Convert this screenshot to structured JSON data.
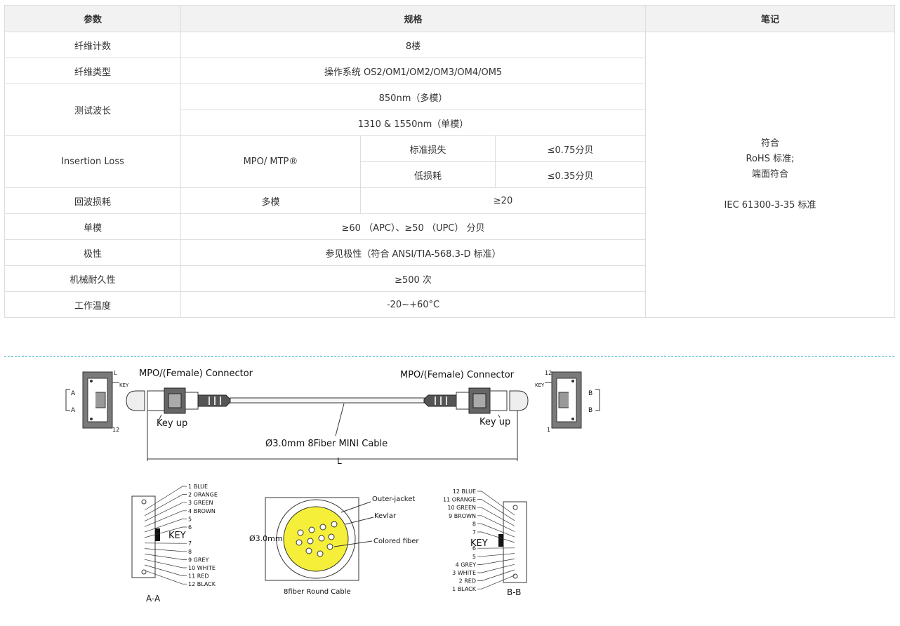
{
  "table": {
    "headers": [
      "参数",
      "规格",
      "笔记"
    ],
    "rows": {
      "fiber_count": {
        "label": "纤维计数",
        "value": "8楼"
      },
      "fiber_type": {
        "label": "纤维类型",
        "value": "操作系统 OS2/OM1/OM2/OM3/OM4/OM5"
      },
      "wavelength": {
        "label": "测试波长",
        "value1": "850nm（多模）",
        "value2": "1310 & 1550nm（单模）"
      },
      "insertion_loss": {
        "label": "Insertion Loss",
        "type": "MPO/ MTP®",
        "std_label": "标准损失",
        "std_value": "≤0.75分贝",
        "low_label": "低损耗",
        "low_value": "≤0.35分贝"
      },
      "return_loss": {
        "label": "回波损耗",
        "mode": "多模",
        "value": "≥20"
      },
      "single_mode": {
        "label": "单模",
        "value": "≥60 （APC）、≥50 （UPC） 分贝"
      },
      "polarity": {
        "label": "极性",
        "value": "参见极性（符合 ANSI/TIA-568.3-D 标准）"
      },
      "durability": {
        "label": "机械耐久性",
        "value": "≥500 次"
      },
      "temperature": {
        "label": "工作温度",
        "value": "-20~+60°C"
      }
    },
    "notes": {
      "line1": "符合",
      "line2": "RoHS 标准;",
      "line3": "端面符合",
      "line4": "IEC 61300-3-35 标准"
    }
  },
  "diagram": {
    "left_connector": "MPO/(Female)  Connector",
    "right_connector": "MPO/(Female)  Connector",
    "key_up_left": "Key up",
    "key_up_right": "Key up",
    "cable_label": "Ø3.0mm 8Fiber MINI Cable",
    "length_label": "L",
    "key_small": "KEY",
    "side_a": "A",
    "side_b": "B",
    "pin_l": "L",
    "pin_12": "12",
    "pin_1": "1",
    "section_aa": "A-A",
    "section_bb": "B-B",
    "key_label": "KEY",
    "round_cable": "8fiber Round Cable",
    "diameter": "Ø3.0mm",
    "outer_jacket": "Outer-jacket",
    "kevlar": "Kevlar",
    "colored_fiber": "Colored fiber",
    "left_pins": [
      "1 BLUE",
      "2 ORANGE",
      "3 GREEN",
      "4 BROWN",
      "5",
      "6",
      "7",
      "8",
      "9   GREY",
      "10 WHITE",
      "11 RED",
      "12 BLACK"
    ],
    "right_pins": [
      "12 BLUE",
      "11 ORANGE",
      "10 GREEN",
      "9 BROWN",
      "8",
      "7",
      "6",
      "5",
      "4 GREY",
      "3 WHITE",
      "2 RED",
      "1 BLACK"
    ],
    "colors": {
      "fiber_core": "#f5ef3a",
      "connector": "#7a7a7a"
    }
  }
}
